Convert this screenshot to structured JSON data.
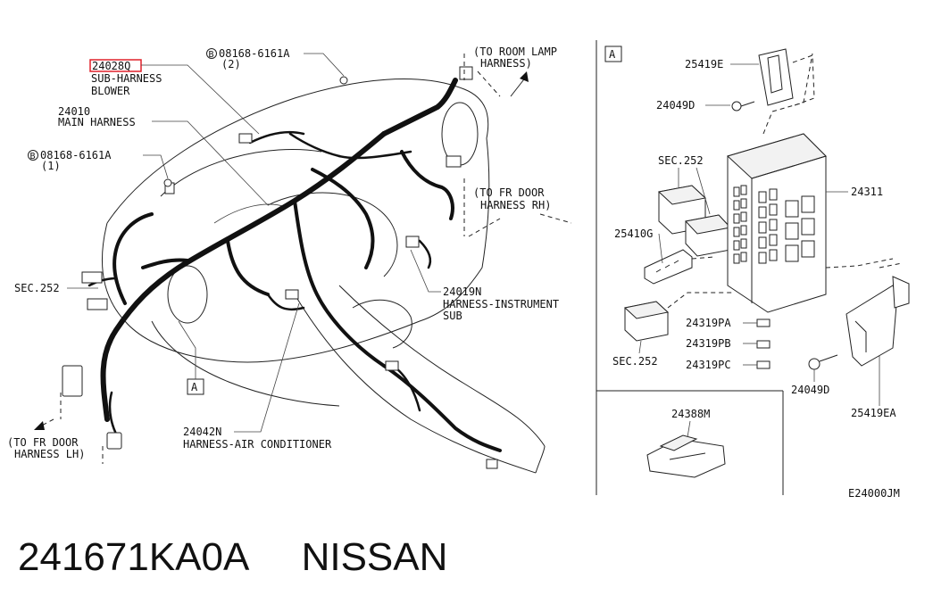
{
  "diagram": {
    "code": "E24000JM",
    "section_label": "A",
    "callout_box_label": "A",
    "labels": {
      "sub_harness_part": "24028Q",
      "sub_harness_name_1": "SUB-HARNESS",
      "sub_harness_name_2": "BLOWER",
      "main_harness_part": "24010",
      "main_harness_name": "MAIN HARNESS",
      "bolt_top_part": "08168-6161A",
      "bolt_top_qty": "(2)",
      "bolt_left_part": "08168-6161A",
      "bolt_left_qty": "(1)",
      "bolt_marker": "B",
      "room_lamp_1": "(TO ROOM LAMP",
      "room_lamp_2": "HARNESS)",
      "fr_door_rh_1": "(TO FR DOOR",
      "fr_door_rh_2": "HARNESS RH)",
      "fr_door_lh_1": "(TO FR DOOR",
      "fr_door_lh_2": "HARNESS LH)",
      "sec252_left": "SEC.252",
      "instrument_part": "24019N",
      "instrument_name_1": "HARNESS-INSTRUMENT",
      "instrument_name_2": "SUB",
      "aircon_part": "24042N",
      "aircon_name": "HARNESS-AIR CONDITIONER",
      "bracket_top": "25419E",
      "clip_top": "24049D",
      "sec252_relays": "SEC.252",
      "fuse_block": "24311",
      "relay_holder": "25410G",
      "sec252_relay_single": "SEC.252",
      "fuse_pa": "24319PA",
      "fuse_pb": "24319PB",
      "fuse_pc": "24319PC",
      "clip_bottom": "24049D",
      "bracket_bottom": "25419EA",
      "bracket_small": "24388M"
    }
  },
  "caption": {
    "part_number": "241671KA0A",
    "brand": "NISSAN"
  },
  "colors": {
    "highlight": "#e0202a",
    "ink": "#111111"
  }
}
